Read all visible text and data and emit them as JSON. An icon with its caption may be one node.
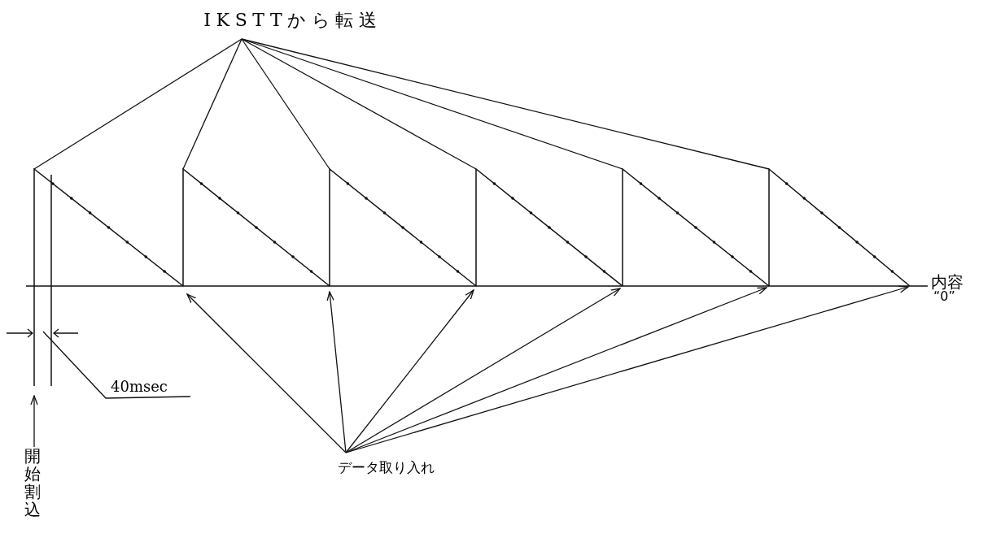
{
  "diagram": {
    "nodes": [
      {
        "text": [
          "IKSTTから転送"
        ]
      },
      {
        "text": [
          "データ取り入れ"
        ]
      },
      {
        "text": [
          "開始割込"
        ]
      }
    ],
    "edges": [
      {
        "from": 0,
        "to": null,
        "arrow": "none"
      },
      {
        "from": 0,
        "to": null,
        "arrow": "none"
      },
      {
        "from": 0,
        "to": null,
        "arrow": "none"
      },
      {
        "from": 0,
        "to": null,
        "arrow": "none"
      },
      {
        "from": 0,
        "to": null,
        "arrow": "none"
      },
      {
        "from": 0,
        "to": null,
        "arrow": "none"
      },
      {
        "from": 1,
        "to": null,
        "arrow": "to"
      },
      {
        "from": 1,
        "to": null,
        "arrow": "to"
      },
      {
        "from": 1,
        "to": null,
        "arrow": "to"
      },
      {
        "from": 1,
        "to": null,
        "arrow": "to"
      },
      {
        "from": 1,
        "to": null,
        "arrow": "to"
      },
      {
        "from": 1,
        "to": null,
        "arrow": "to"
      },
      {
        "from": 2,
        "to": null,
        "arrow": "to"
      }
    ],
    "labels": [
      "40msec",
      "内容",
      "“0”"
    ]
  }
}
